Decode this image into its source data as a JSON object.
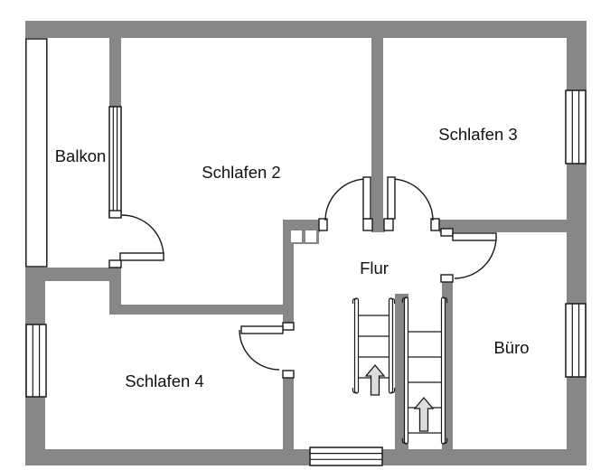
{
  "rooms": {
    "balkon": "Balkon",
    "schlafen2": "Schlafen 2",
    "schlafen3": "Schlafen 3",
    "schlafen4": "Schlafen 4",
    "flur": "Flur",
    "buero": "Büro"
  },
  "stairs": {
    "left_flight_direction": "up",
    "right_flight_direction": "up"
  },
  "colors": {
    "wall": "#878787",
    "line": "#1a1a1a",
    "floor": "#ffffff",
    "arrow_fill": "#dcdcdc"
  }
}
